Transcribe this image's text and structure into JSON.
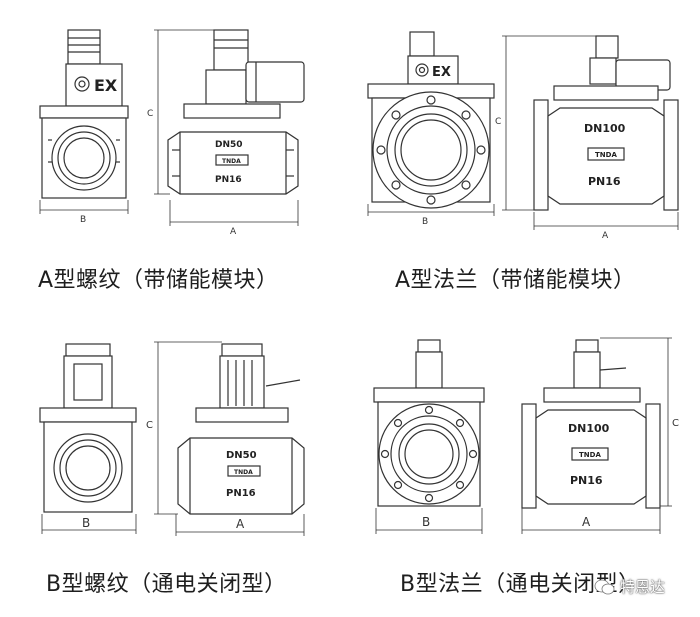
{
  "panels": [
    {
      "caption": "A型螺纹（带储能模块）",
      "dn": "DN50",
      "pn": "PN16",
      "brand": "TNDA",
      "ex_mark": "EX",
      "dim_a": "A",
      "dim_b": "B",
      "dim_c": "C"
    },
    {
      "caption": "A型法兰（带储能模块）",
      "dn": "DN100",
      "pn": "PN16",
      "brand": "TNDA",
      "ex_mark": "EX",
      "dim_a": "A",
      "dim_b": "B",
      "dim_c": "C"
    },
    {
      "caption": "B型螺纹（通电关闭型）",
      "dn": "DN50",
      "pn": "PN16",
      "brand": "TNDA",
      "dim_a": "A",
      "dim_b": "B",
      "dim_c": "C"
    },
    {
      "caption": "B型法兰（通电关闭型）",
      "dn": "DN100",
      "pn": "PN16",
      "brand": "TNDA",
      "dim_a": "A",
      "dim_b": "B",
      "dim_c": "C"
    }
  ],
  "watermark": {
    "text": "特恩达"
  }
}
